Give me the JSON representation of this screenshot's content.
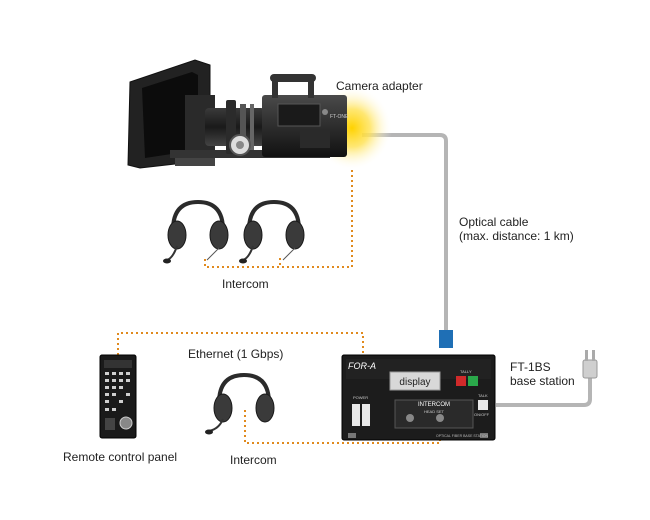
{
  "labels": {
    "camera_adapter": "Camera adapter",
    "optical_cable_line1": "Optical cable",
    "optical_cable_line2": "(max. distance: 1 km)",
    "intercom_top": "Intercom",
    "ethernet": "Ethernet (1 Gbps)",
    "base_station_line1": "FT-1BS",
    "base_station_line2": "base station",
    "remote_panel": "Remote control panel",
    "intercom_bottom": "Intercom"
  },
  "camera": {
    "brand_mark": "FT-ONE"
  },
  "base_station": {
    "brand": "FOR-A",
    "display_text": "display",
    "intercom_label": "INTERCOM",
    "power_label": "POWER",
    "tally_label": "TALLY",
    "talk_label": "TALK",
    "on_off_label": "ON/OFF",
    "head_set_label": "HEAD SET",
    "front_label": "OPTICAL FIBER BASE STATION"
  },
  "colors": {
    "ethernet_cable": "#e08a1e",
    "optical_cable": "#b5b5b5",
    "optical_connector": "#1f6fb5",
    "camera_glow": "#ffd200",
    "equipment_dark": "#1e1e1e"
  }
}
